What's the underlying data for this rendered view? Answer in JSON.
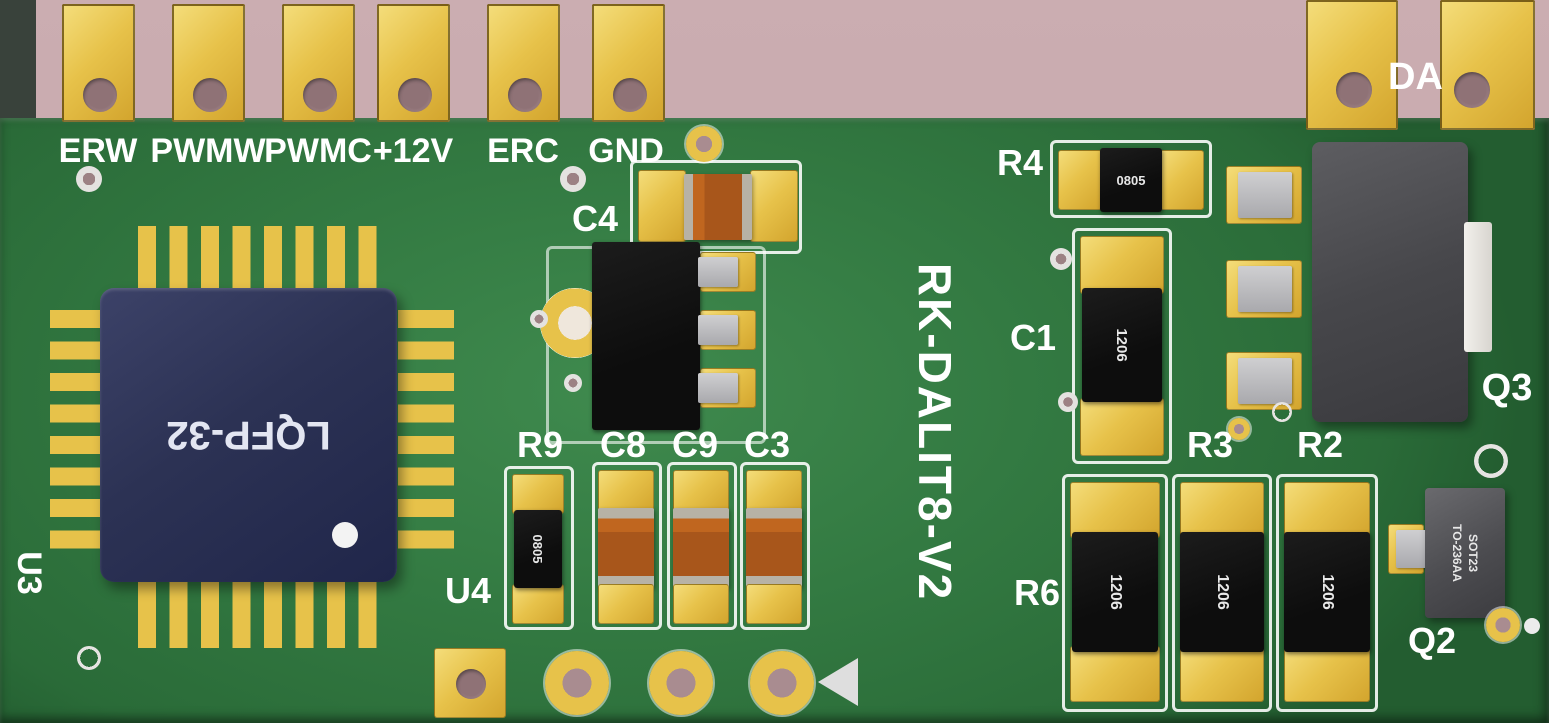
{
  "board": {
    "title": "RK-DALIT8-V2",
    "colors": {
      "pcb_green": "#337a42",
      "background_mauve": "#c7a9ad",
      "pad_gold": "#e7c24a",
      "silkscreen_white": "#ffffff",
      "ic_body_navy": "#2d3354",
      "chip_black": "#121212",
      "capacitor_orange": "#b45d1e",
      "transistor_gray": "#4c4c50"
    }
  },
  "header": {
    "pins": [
      "ERW",
      "PWMW",
      "PWMC",
      "+12V",
      "ERC",
      "GND"
    ],
    "right_label": "DA"
  },
  "components": {
    "u3": {
      "ref": "U3",
      "marking": "LQFP-32"
    },
    "u4": {
      "ref": "U4"
    },
    "c4": {
      "ref": "C4"
    },
    "r9": {
      "ref": "R9",
      "marking": "0805"
    },
    "c8": {
      "ref": "C8"
    },
    "c9": {
      "ref": "C9"
    },
    "c3": {
      "ref": "C3"
    },
    "r4": {
      "ref": "R4",
      "marking": "0805"
    },
    "c1": {
      "ref": "C1",
      "marking": "1206"
    },
    "q3": {
      "ref": "Q3"
    },
    "r3": {
      "ref": "R3"
    },
    "r2": {
      "ref": "R2"
    },
    "r6": {
      "ref": "R6",
      "resistor_markings": [
        "1206",
        "1206",
        "1206"
      ]
    },
    "q2": {
      "ref": "Q2",
      "marking_line1": "SOT23",
      "marking_line2": "TO-236AA"
    }
  }
}
